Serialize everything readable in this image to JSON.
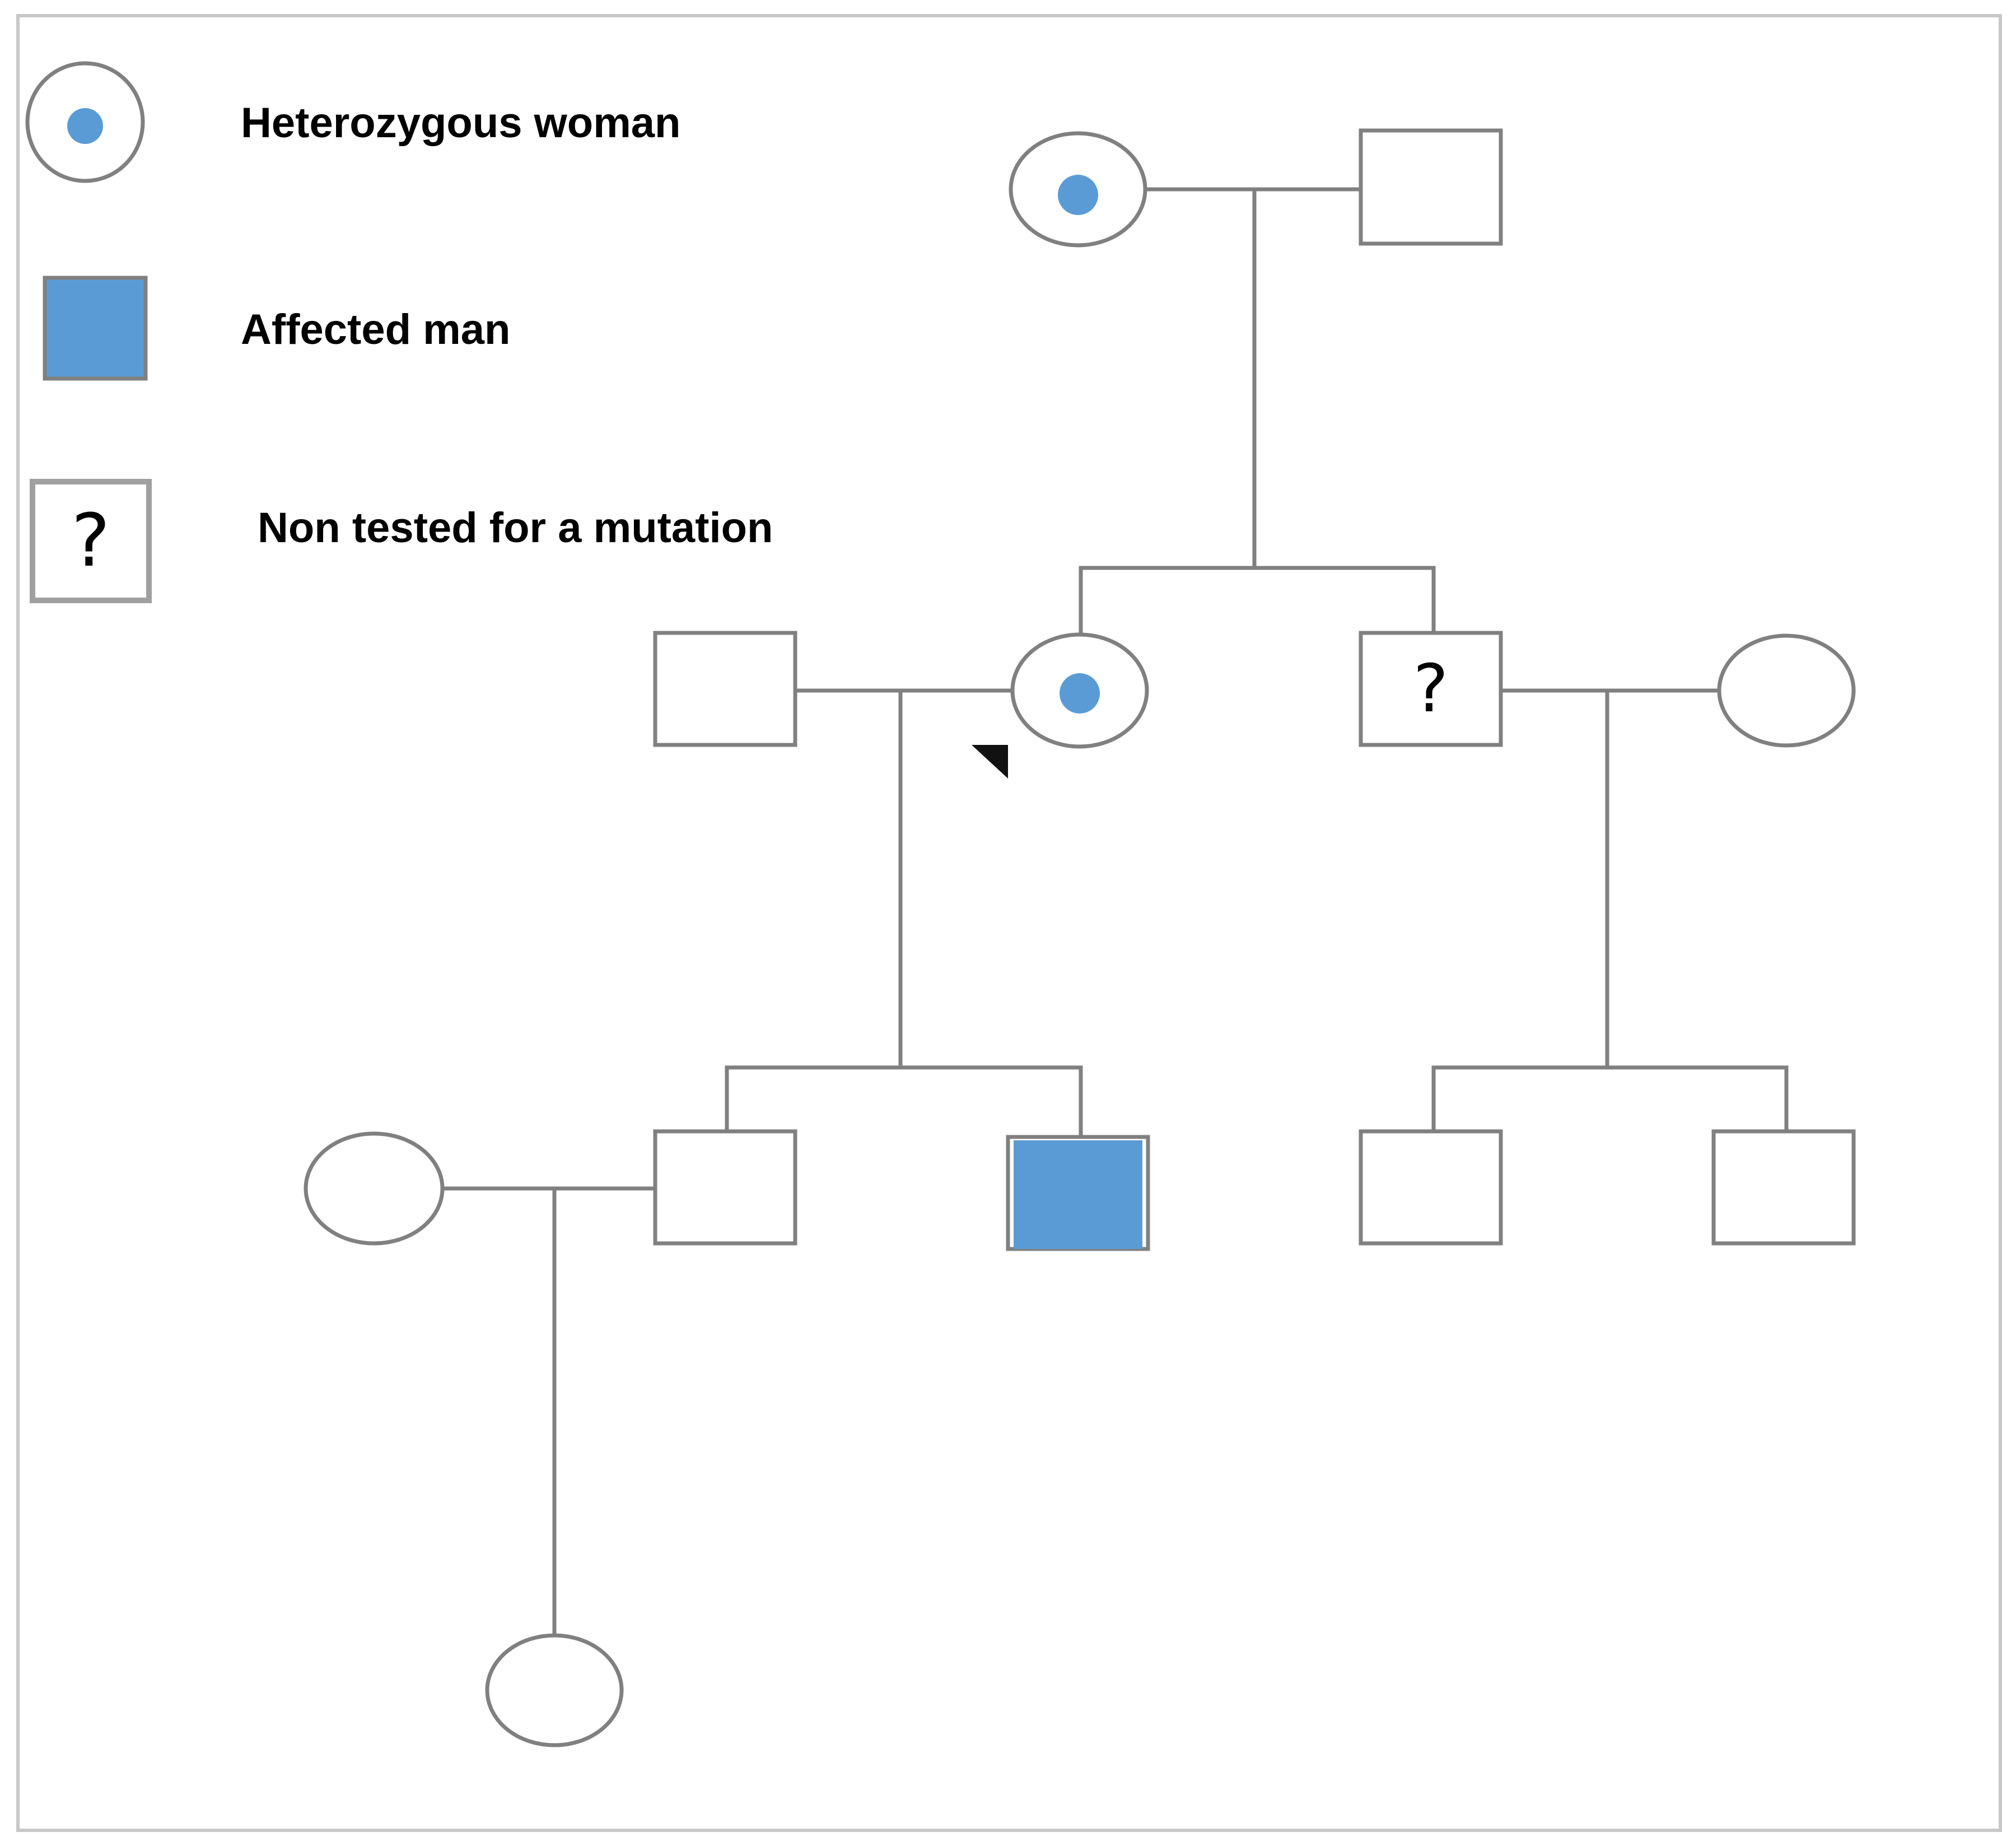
{
  "legend": {
    "heterozygous_woman": "Heterozygous woman",
    "affected_man": "Affected man",
    "non_tested": "Non tested for a mutation",
    "non_tested_symbol": "?"
  },
  "pedigree": {
    "untested_symbol": "?"
  },
  "colors": {
    "affected": "#5b9bd5",
    "outline": "#808080",
    "legend_border": "#a0a0a0"
  }
}
